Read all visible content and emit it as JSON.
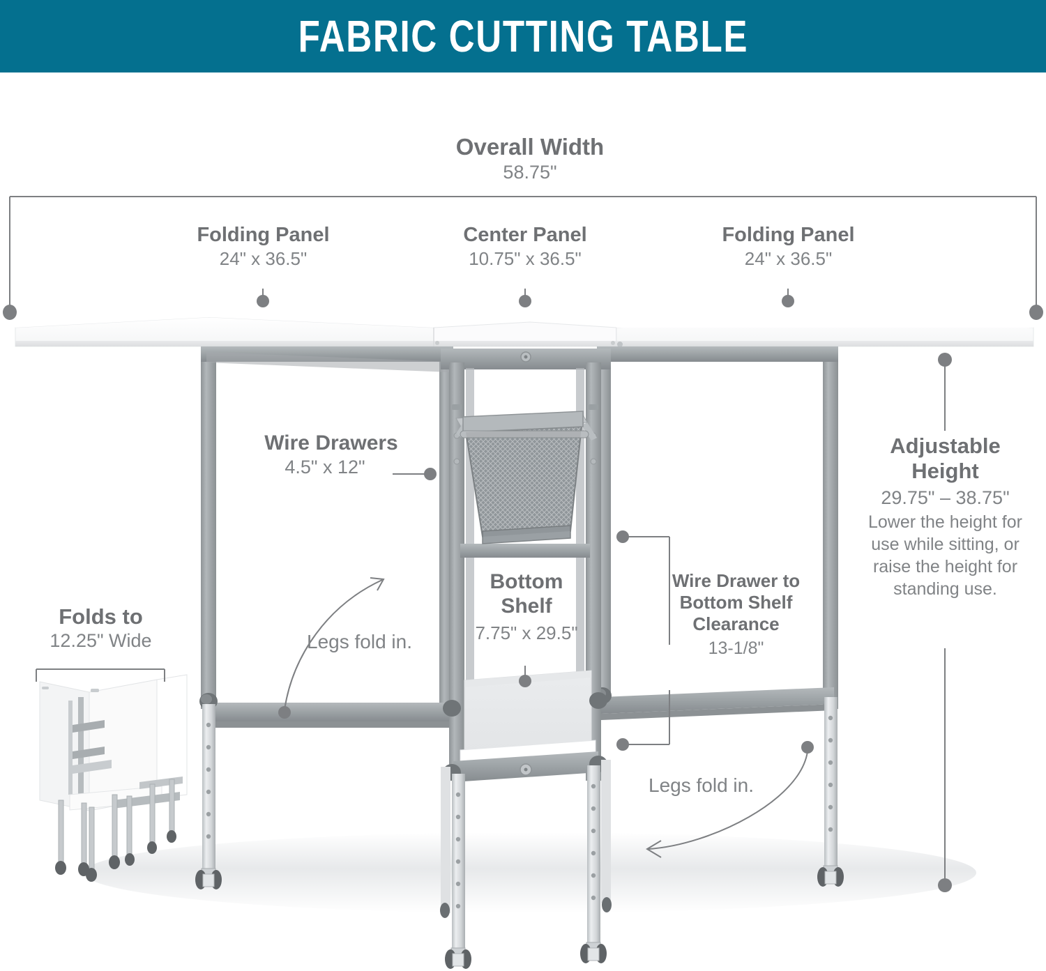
{
  "header": {
    "title": "FABRIC CUTTING TABLE",
    "bg_color": "#04708f",
    "text_color": "#ffffff"
  },
  "theme": {
    "label_color": "#6e7073",
    "sub_color": "#808386",
    "leader_color": "#7d7f82",
    "frame_gray": "#a2a7aa",
    "frame_gray_dark": "#8d9296",
    "top_white": "#fdfdfd",
    "shelf_white": "#f1f2f3"
  },
  "callouts": {
    "overall_width": {
      "title": "Overall Width",
      "value": "58.75\""
    },
    "folding_panel_left": {
      "title": "Folding Panel",
      "value": "24\" x 36.5\""
    },
    "center_panel": {
      "title": "Center Panel",
      "value": "10.75\" x 36.5\""
    },
    "folding_panel_right": {
      "title": "Folding Panel",
      "value": "24\" x 36.5\""
    },
    "wire_drawers": {
      "title": "Wire Drawers",
      "value": "4.5\" x 12\""
    },
    "bottom_shelf": {
      "title": "Bottom\nShelf",
      "value": "7.75\" x 29.5\""
    },
    "clearance": {
      "title": "Wire Drawer to\nBottom Shelf\nClearance",
      "value": "13-1/8\""
    },
    "adjustable_height": {
      "title": "Adjustable\nHeight",
      "value": "29.75\" – 38.75\"",
      "body": "Lower the height for\nuse while sitting, or\nraise the height for\nstanding use."
    },
    "folds_to": {
      "title": "Folds to",
      "value": "12.25\" Wide"
    },
    "legs_fold_left": {
      "text": "Legs fold in."
    },
    "legs_fold_right": {
      "text": "Legs fold in."
    }
  },
  "product": {
    "name": "fabric-cutting-table",
    "parts": [
      "left-folding-panel",
      "center-panel",
      "right-folding-panel",
      "wire-drawer-basket",
      "bottom-shelf",
      "adjustable-legs",
      "casters"
    ]
  },
  "inset": {
    "name": "folded-table-inset",
    "description": "Table shown folded flat"
  }
}
